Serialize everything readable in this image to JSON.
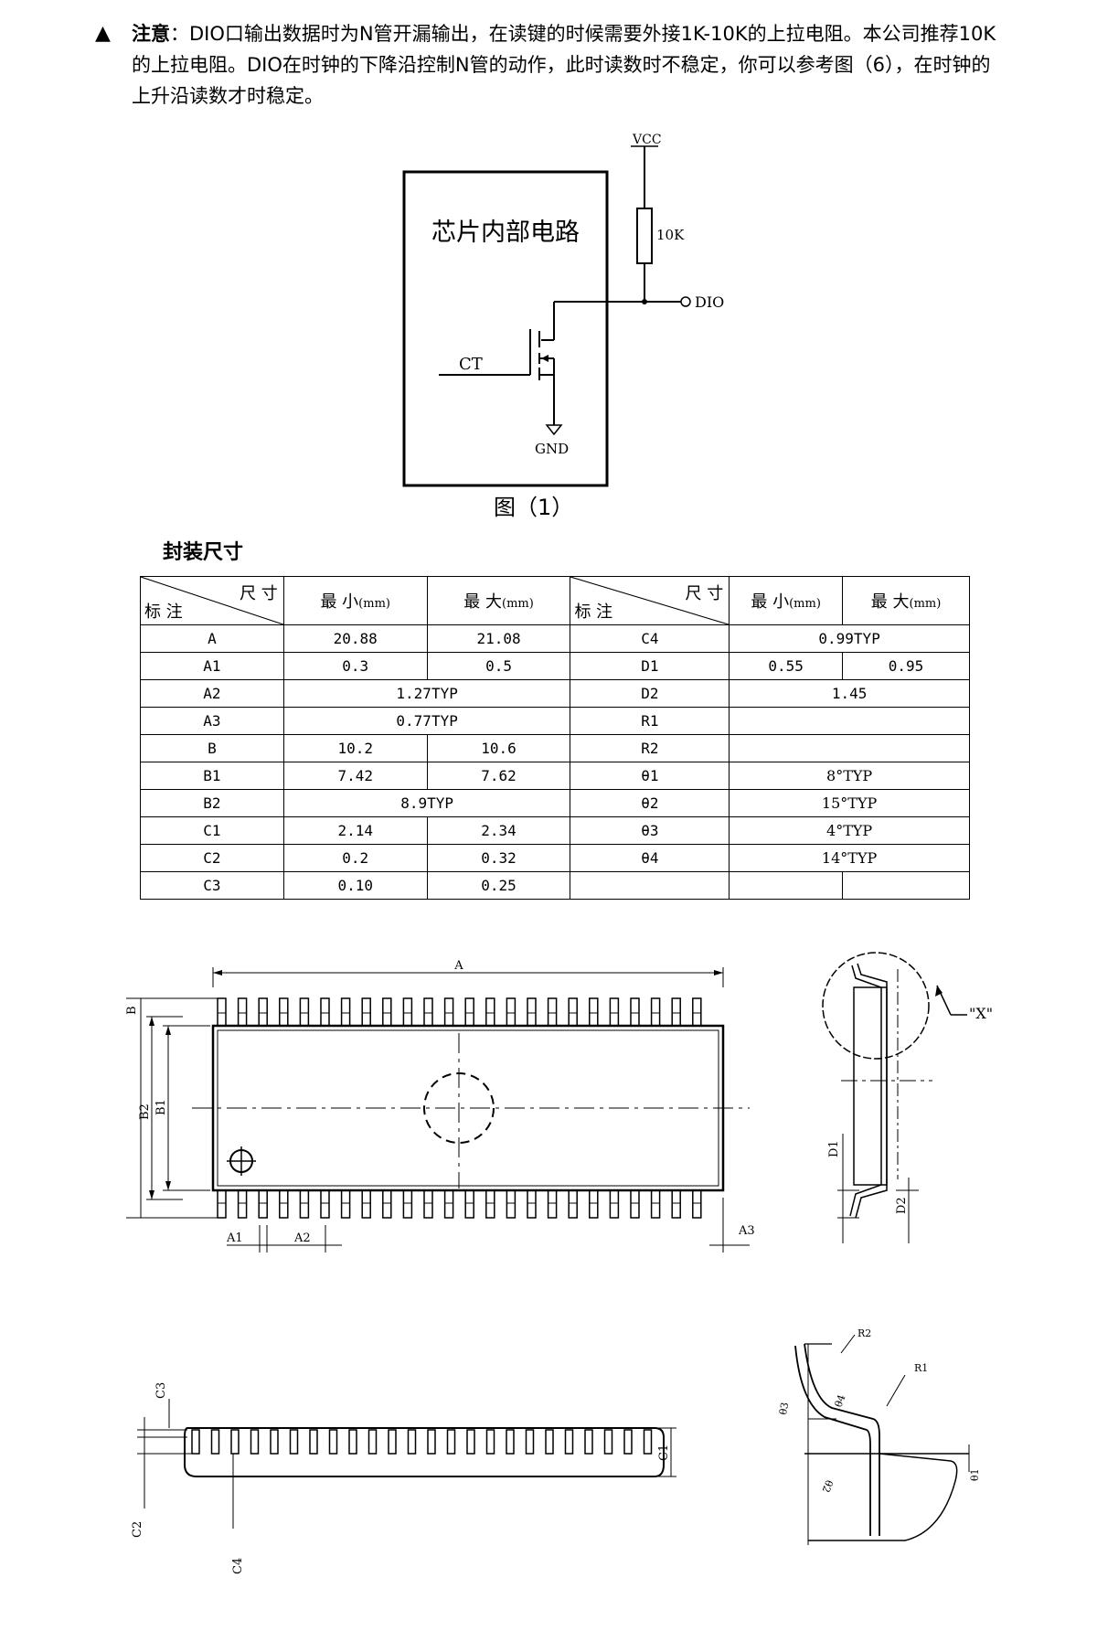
{
  "note": {
    "marker": "▲",
    "label": "注意",
    "text": "：DIO口输出数据时为N管开漏输出，在读键的时候需要外接1K-10K的上拉电阻。本公司推荐10K的上拉电阻。DIO在时钟的下降沿控制N管的动作，此时读数时不稳定，你可以参考图（6），在时钟的上升沿读数才时稳定。"
  },
  "circuit": {
    "box_label": "芯片内部电路",
    "vcc": "VCC",
    "resistor": "10K",
    "dio": "DIO",
    "ct": "CT",
    "gnd": "GND",
    "caption": "图（1）"
  },
  "package": {
    "title": "封装尺寸",
    "header": {
      "dim": "尺 寸",
      "mark": "标 注",
      "min": "最  小",
      "max": "最  大",
      "unit": "(mm)"
    },
    "left_rows": [
      {
        "mark": "A",
        "min": "20.88",
        "max": "21.08"
      },
      {
        "mark": "A1",
        "min": "0.3",
        "max": "0.5"
      },
      {
        "mark": "A2",
        "span": "1.27TYP"
      },
      {
        "mark": "A3",
        "span": "0.77TYP"
      },
      {
        "mark": "B",
        "min": "10.2",
        "max": "10.6"
      },
      {
        "mark": "B1",
        "min": "7.42",
        "max": "7.62"
      },
      {
        "mark": "B2",
        "span": "8.9TYP"
      },
      {
        "mark": "C1",
        "min": "2.14",
        "max": "2.34"
      },
      {
        "mark": "C2",
        "min": "0.2",
        "max": "0.32"
      },
      {
        "mark": "C3",
        "min": "0.10",
        "max": "0.25"
      }
    ],
    "right_rows": [
      {
        "mark": "C4",
        "span": "0.99TYP"
      },
      {
        "mark": "D1",
        "min": "0.55",
        "max": "0.95"
      },
      {
        "mark": "D2",
        "span": "1.45"
      },
      {
        "mark": "R1",
        "span": ""
      },
      {
        "mark": "R2",
        "span": ""
      },
      {
        "mark": "θ1",
        "span": "8°TYP"
      },
      {
        "mark": "θ2",
        "span": "15°TYP"
      },
      {
        "mark": "θ3",
        "span": "4°TYP"
      },
      {
        "mark": "θ4",
        "span": "14°TYP"
      },
      {
        "mark": "",
        "min": "",
        "max": ""
      }
    ]
  },
  "drawing_labels": {
    "A": "A",
    "A1": "A1",
    "A2": "A2",
    "A3": "A3",
    "B": "B",
    "B1": "B1",
    "B2": "B2",
    "D1": "D1",
    "D2": "D2",
    "X": "\"X\"",
    "C1": "C1",
    "C2": "C2",
    "C3": "C3",
    "C4": "C4",
    "R1": "R1",
    "R2": "R2",
    "t1": "θ1",
    "t2": "θ2",
    "t3": "θ3",
    "t4": "θ4"
  }
}
